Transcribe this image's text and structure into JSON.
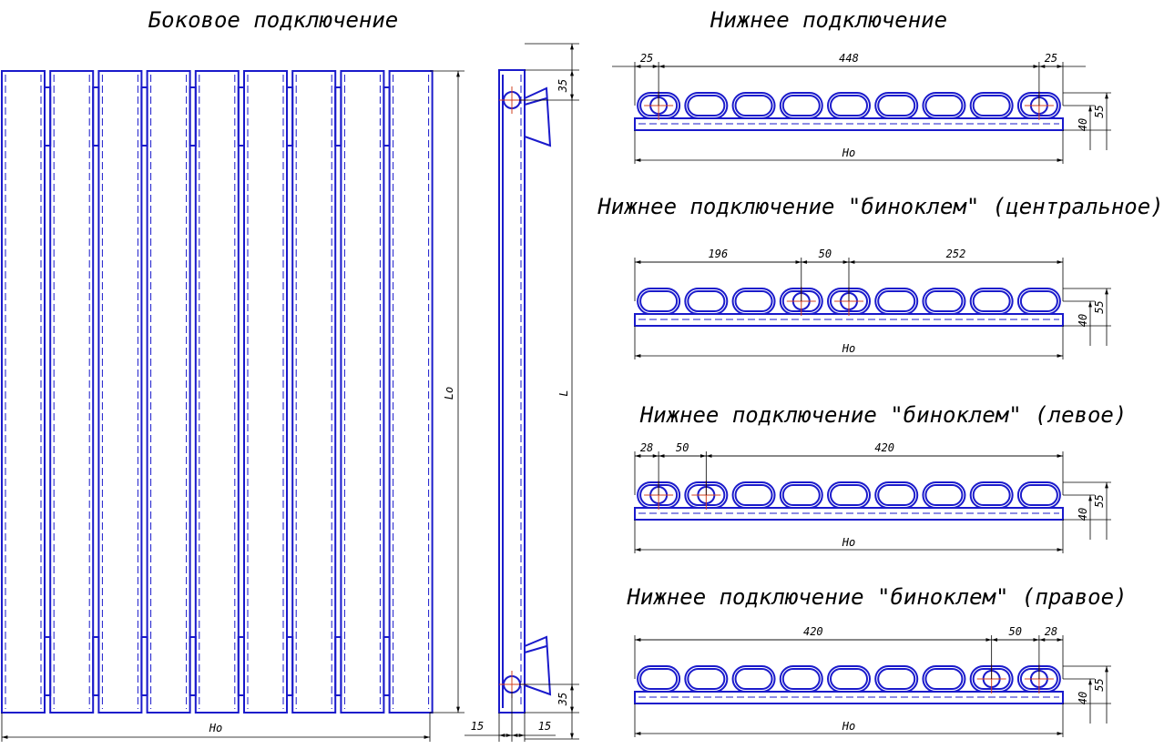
{
  "titles": {
    "side": "Боковое подключение",
    "bottom": "Нижнее подключение",
    "bino_center": "Нижнее подключение \"биноклем\" (центральное)",
    "bino_left": "Нижнее подключение \"биноклем\" (левое)",
    "bino_right": "Нижнее подключение \"биноклем\" (правое)"
  },
  "front_view": {
    "sections": 9,
    "label_width": "Ho",
    "label_height": "Lo"
  },
  "side_view": {
    "label_length": "L",
    "dim_top": "35",
    "dim_bottom": "35",
    "dim_left": "15",
    "dim_right": "15"
  },
  "plans": [
    {
      "id": "bottom",
      "dims": [
        "25",
        "448",
        "25"
      ],
      "connections": [
        1,
        9
      ],
      "width_label": "Ho",
      "h1": "40",
      "h2": "55"
    },
    {
      "id": "bino_center",
      "dims": [
        "196",
        "50",
        "252"
      ],
      "connections": [
        4,
        5
      ],
      "width_label": "Ho",
      "h1": "40",
      "h2": "55"
    },
    {
      "id": "bino_left",
      "dims": [
        "28",
        "50",
        "420"
      ],
      "connections": [
        1,
        2
      ],
      "width_label": "Ho",
      "h1": "40",
      "h2": "55"
    },
    {
      "id": "bino_right",
      "dims": [
        "420",
        "50",
        "28"
      ],
      "connections": [
        8,
        9
      ],
      "width_label": "Ho",
      "h1": "40",
      "h2": "55"
    }
  ],
  "colors": {
    "outline": "#1a1acb",
    "centerline": "#d04020",
    "dimension": "#000000"
  }
}
